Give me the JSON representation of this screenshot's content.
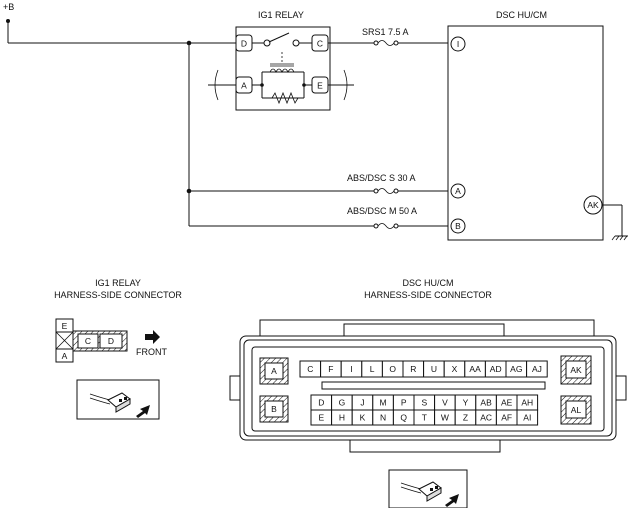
{
  "schematic": {
    "supply_label": "+B",
    "relay_title": "IG1 RELAY",
    "relay_terminals": [
      "D",
      "C",
      "A",
      "E"
    ],
    "module_title": "DSC HU/CM",
    "module_terminals": [
      "I",
      "A",
      "B",
      "AK"
    ],
    "fuses": [
      {
        "label": "SRS1 7.5 A"
      },
      {
        "label": "ABS/DSC S 30 A"
      },
      {
        "label": "ABS/DSC M 50 A"
      }
    ]
  },
  "relay_connector": {
    "title_line1": "IG1 RELAY",
    "title_line2": "HARNESS-SIDE CONNECTOR",
    "pins": [
      "E",
      "A",
      "C",
      "D"
    ],
    "front_label": "FRONT"
  },
  "module_connector": {
    "title_line1": "DSC HU/CM",
    "title_line2": "HARNESS-SIDE CONNECTOR",
    "left_pins": [
      "A",
      "B"
    ],
    "right_pins": [
      "AK",
      "AL"
    ],
    "row1": [
      "C",
      "F",
      "I",
      "L",
      "O",
      "R",
      "U",
      "X",
      "AA",
      "AD",
      "AG",
      "AJ"
    ],
    "row2": [
      "D",
      "G",
      "J",
      "M",
      "P",
      "S",
      "V",
      "Y",
      "AB",
      "AE",
      "AH"
    ],
    "row3": [
      "E",
      "H",
      "K",
      "N",
      "Q",
      "T",
      "W",
      "Z",
      "AC",
      "AF",
      "AI"
    ]
  }
}
